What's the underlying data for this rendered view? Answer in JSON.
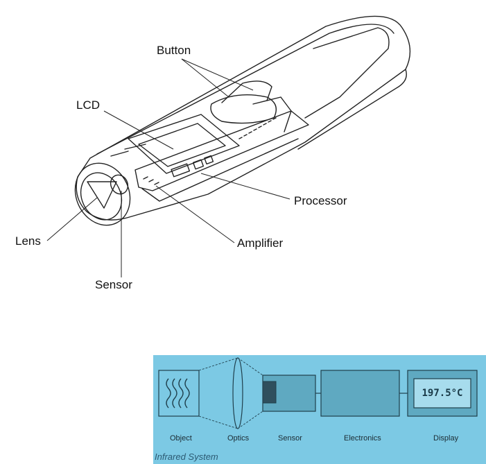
{
  "callouts": {
    "button": "Button",
    "lcd": "LCD",
    "processor": "Processor",
    "lens": "Lens",
    "amplifier": "Amplifier",
    "sensor": "Sensor"
  },
  "system": {
    "title": "Infrared System",
    "object_label": "Object",
    "optics_label": "Optics",
    "sensor_label": "Sensor",
    "electronics_label": "Electronics",
    "display_label": "Display",
    "display_readout": "197.5°C"
  },
  "colors": {
    "panel_background": "#7cc9e4",
    "block_fill": "#5fa9c1",
    "display_fill": "#a7dced",
    "sensor_element": "#2f4f5d"
  }
}
